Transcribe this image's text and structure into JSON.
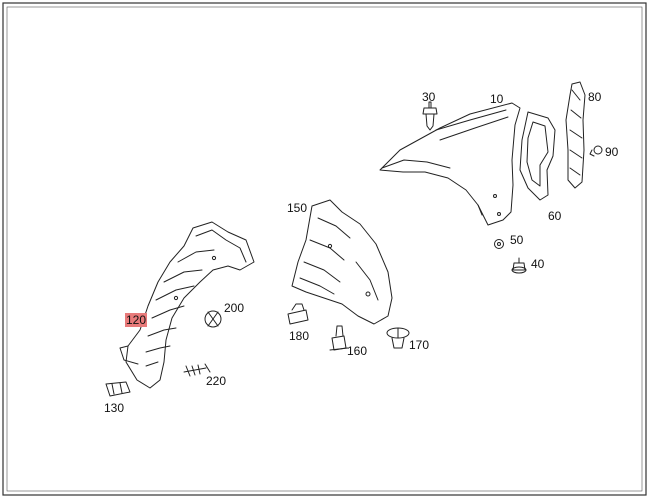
{
  "callouts": [
    {
      "id": "p10",
      "label": "10"
    },
    {
      "id": "p30",
      "label": "30"
    },
    {
      "id": "p40",
      "label": "40"
    },
    {
      "id": "p50",
      "label": "50"
    },
    {
      "id": "p60",
      "label": "60"
    },
    {
      "id": "p80",
      "label": "80"
    },
    {
      "id": "p90",
      "label": "90"
    },
    {
      "id": "p120",
      "label": "120",
      "highlighted": true
    },
    {
      "id": "p130",
      "label": "130"
    },
    {
      "id": "p150",
      "label": "150"
    },
    {
      "id": "p160",
      "label": "160"
    },
    {
      "id": "p170",
      "label": "170"
    },
    {
      "id": "p180",
      "label": "180"
    },
    {
      "id": "p200",
      "label": "200"
    },
    {
      "id": "p220",
      "label": "220"
    }
  ],
  "colors": {
    "highlight": "#e87a7a",
    "line": "#222222",
    "frame": "#333333"
  }
}
